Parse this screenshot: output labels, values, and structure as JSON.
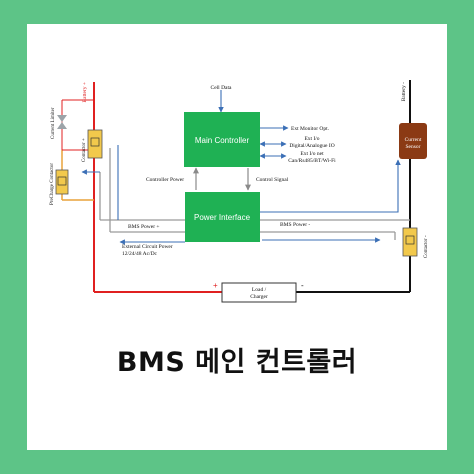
{
  "title": "BMS 메인 컨트롤러",
  "colors": {
    "background": "#5dc487",
    "card": "#ffffff",
    "controller_green": "#1fb154",
    "battery_positive": "#e02020",
    "battery_negative": "#111111",
    "signal_blue": "#3b6fb6",
    "grey_line": "#9a9a9a",
    "sensor_brown": "#8b3a14",
    "contactor_yellow": "#f2c94c"
  },
  "diagram": {
    "battery_pos_label": "Battery +",
    "battery_neg_label": "Battery -",
    "cell_data_label": "Cell Data",
    "main_controller_label": "Main Controller",
    "power_interface_label": "Power Interface",
    "ext_monitor_label": "Ext Monitor Opt.",
    "ext_io_line1": "Ext I/o",
    "ext_io_line2": "Digital/Analogue IO",
    "ext_net_line1": "Ext I/o net",
    "ext_net_line2": "Can/Rs485/BT/Wi-Fi",
    "controller_power_label": "Controller Power",
    "control_signal_label": "Control Signal",
    "bms_power_pos_label": "BMS Power +",
    "bms_power_neg_label": "BMS Power -",
    "ext_circuit_power_line1": "External Circuit Power",
    "ext_circuit_power_line2": "12/24/48 Ac/Dc",
    "current_limiter_label": "Current Limiter",
    "precharge_contactor_label": "PreCharge Contactor",
    "contactor_pos_label": "Contactor +",
    "contactor_neg_label": "Contactor -",
    "current_sensor_line1": "Current",
    "current_sensor_line2": "Sensor",
    "load_line1": "Load /",
    "load_line2": "Charger",
    "plus_sign": "+",
    "minus_sign": "-"
  }
}
